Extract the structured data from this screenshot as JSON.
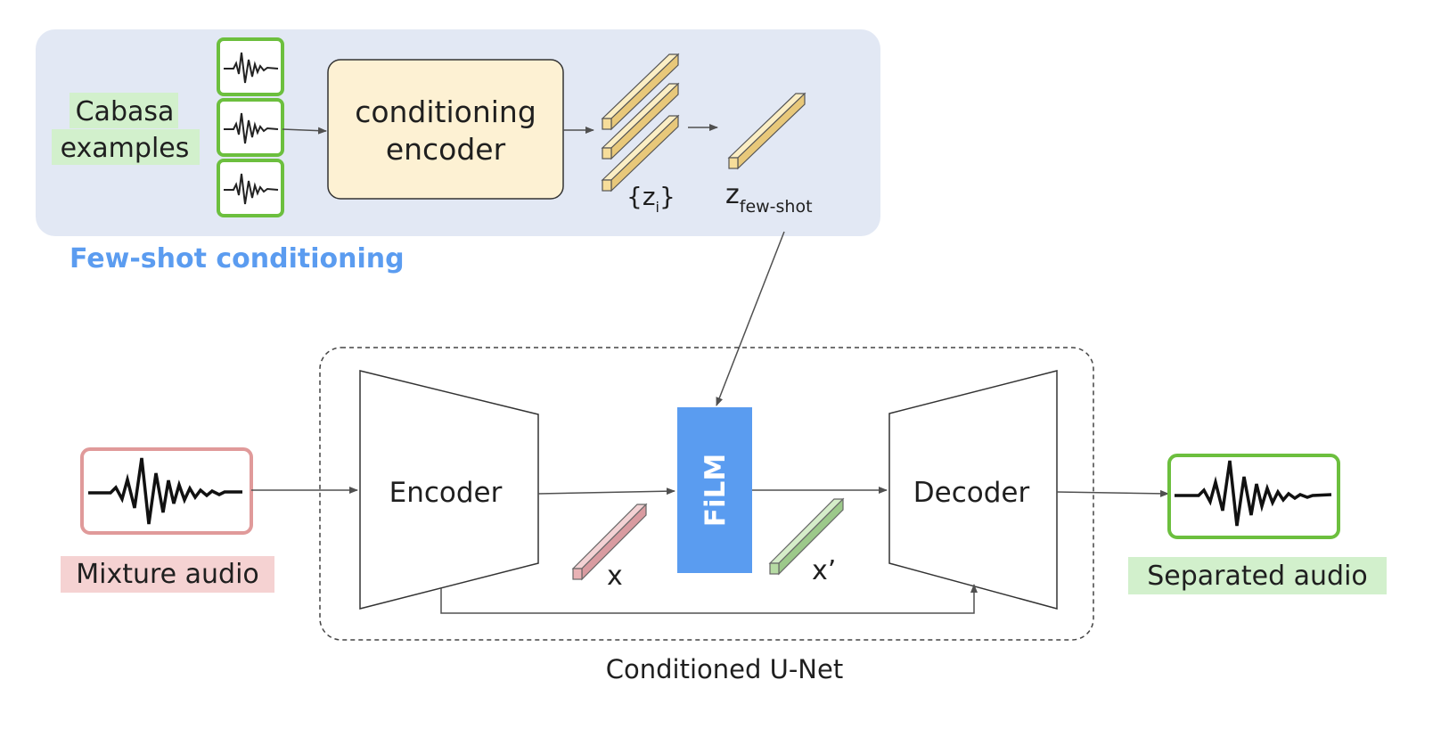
{
  "few_shot": {
    "section_label": "Few-shot conditioning",
    "input_label_line1": "Cabasa",
    "input_label_line2": "examples",
    "encoder_line1": "conditioning",
    "encoder_line2": "encoder",
    "embeddings_label_main": "{z",
    "embeddings_label_sub": "i",
    "embeddings_label_close": "}",
    "pooled_label_main": "z",
    "pooled_label_sub": "few-shot"
  },
  "unet": {
    "label": "Conditioned U-Net",
    "encoder_label": "Encoder",
    "film_label": "FiLM",
    "decoder_label": "Decoder",
    "feature_in_label": "x",
    "feature_out_label": "x’"
  },
  "io": {
    "mixture_label": "Mixture audio",
    "separated_label": "Separated audio"
  },
  "colors": {
    "panel_bg": "#e2e8f4",
    "section_label": "#5b9cf0",
    "encoder_box": "#fdf1d3",
    "film_box": "#5a9cf0",
    "green_border": "#6cbf3e",
    "green_highlight": "#d2f0cc",
    "pink_border": "#e09a9a",
    "pink_highlight": "#f5d2d2",
    "embedding_fill": "#f6dd9a",
    "x_fill": "#e9b2b5",
    "xprime_fill": "#b6dba4"
  }
}
